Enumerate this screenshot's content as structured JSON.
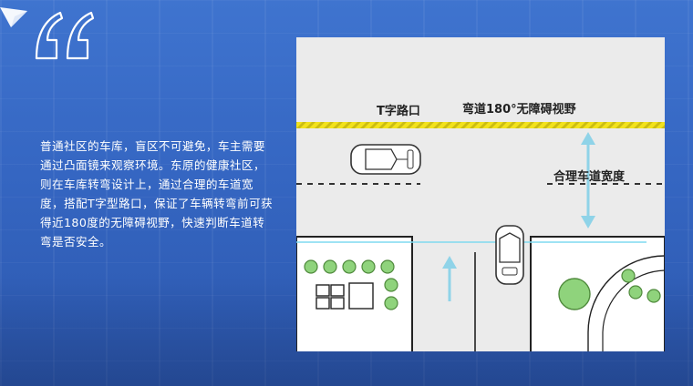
{
  "body_text": "普通社区的车库，盲区不可避免，车主需要通过凸面镜来观察环境。东原的健康社区，则在车库转弯设计上，通过合理的车道宽度，搭配T字型路口，保证了车辆转弯前可获得近180度的无障碍视野，快速判断车道转弯是否安全。",
  "diagram": {
    "t_junction_label": "T字路口",
    "view_label": "弯道180°无障碍视野",
    "lane_width_label": "合理车道宽度"
  },
  "colors": {
    "background": "#3566c2",
    "panel": "#ebebeb",
    "hazard_yellow": "#f2e21c",
    "arrow": "#8fd3e8",
    "sight_line": "#7fdaf0",
    "tree_green": "#8fd37c"
  }
}
